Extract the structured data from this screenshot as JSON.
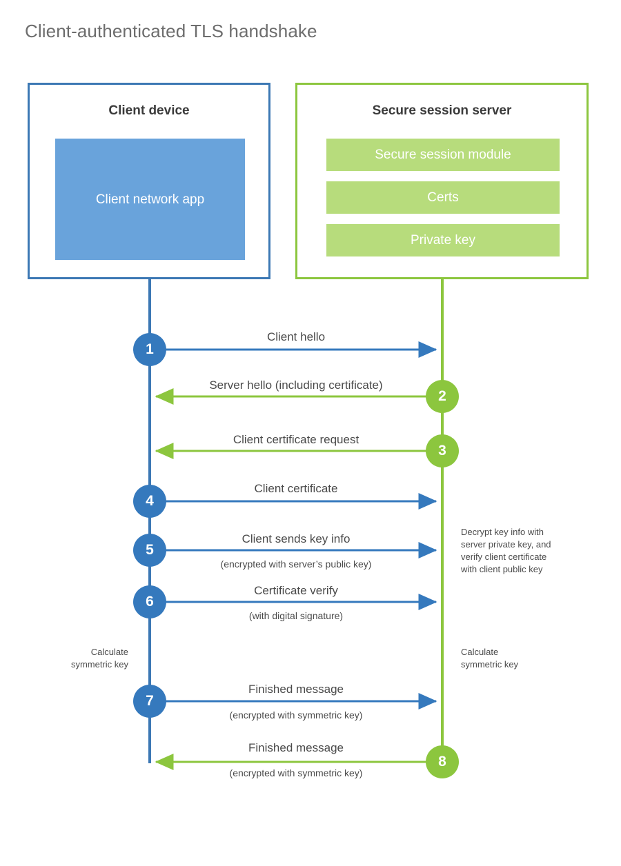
{
  "diagram": {
    "title": "Client-authenticated TLS handshake",
    "colors": {
      "client_accent": "#3c78b4",
      "client_fill": "#69a3db",
      "server_accent": "#8cc63e",
      "server_fill": "#b7dc7c",
      "text": "#4a4a4a",
      "title_text": "#6d6d6d",
      "background": "#ffffff"
    },
    "parties": [
      {
        "id": "client",
        "title": "Client device",
        "components": [
          "Client network app"
        ]
      },
      {
        "id": "server",
        "title": "Secure session server",
        "components": [
          "Secure session module",
          "Certs",
          "Private key"
        ]
      }
    ],
    "steps": [
      {
        "number": "1",
        "direction": "client-to-server",
        "color": "client",
        "label": "Client hello",
        "sublabel": ""
      },
      {
        "number": "2",
        "direction": "server-to-client",
        "color": "server",
        "label": "Server hello (including certificate)",
        "sublabel": ""
      },
      {
        "number": "3",
        "direction": "server-to-client",
        "color": "server",
        "label": "Client certificate request",
        "sublabel": ""
      },
      {
        "number": "4",
        "direction": "client-to-server",
        "color": "client",
        "label": "Client certificate",
        "sublabel": ""
      },
      {
        "number": "5",
        "direction": "client-to-server",
        "color": "client",
        "label": "Client sends key info",
        "sublabel": "(encrypted with server’s public key)"
      },
      {
        "number": "6",
        "direction": "client-to-server",
        "color": "client",
        "label": "Certificate verify",
        "sublabel": "(with digital signature)"
      },
      {
        "number": "7",
        "direction": "client-to-server",
        "color": "client",
        "label": "Finished message",
        "sublabel": "(encrypted with symmetric key)"
      },
      {
        "number": "8",
        "direction": "server-to-client",
        "color": "server",
        "label": "Finished message",
        "sublabel": "(encrypted with symmetric key)"
      }
    ],
    "annotations": {
      "server_decrypt": "Decrypt key info with\nserver private key, and\nverify client certificate\nwith client public key",
      "client_calc": "Calculate\nsymmetric key",
      "server_calc": "Calculate\nsymmetric key"
    }
  }
}
